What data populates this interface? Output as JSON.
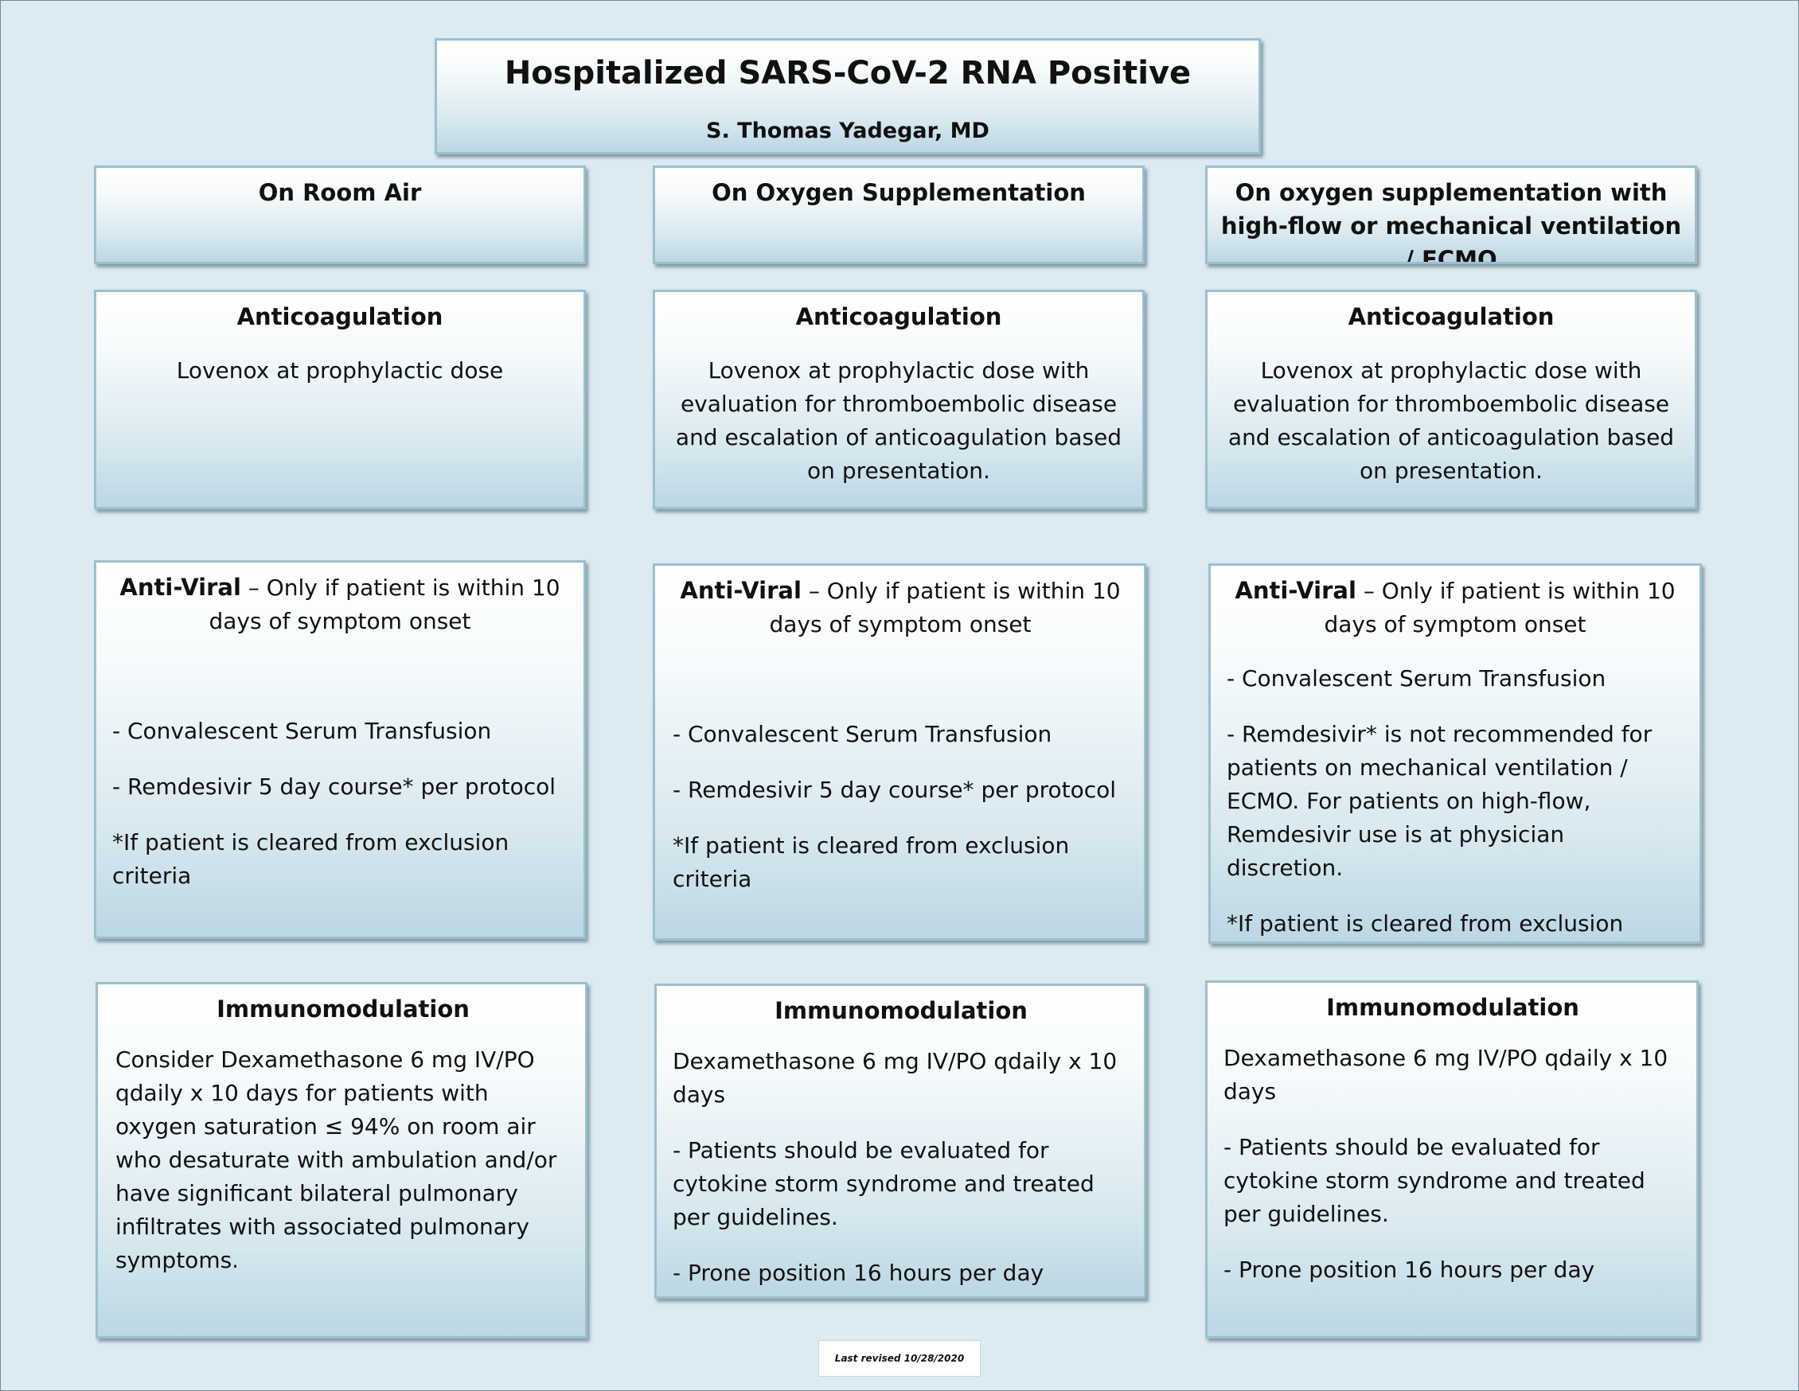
{
  "title": "Hospitalized SARS-CoV-2 RNA Positive",
  "author": "S. Thomas Yadegar, MD",
  "columns": [
    {
      "header": "On Room Air",
      "anticoagulation": {
        "heading": "Anticoagulation",
        "text": "Lovenox at prophylactic dose"
      },
      "antiviral": {
        "heading": "Anti-Viral",
        "intro": " – Only if patient is within 10 days of symptom onset",
        "items": [
          "- Convalescent Serum Transfusion",
          "- Remdesivir 5 day course* per protocol",
          "*If patient is cleared from exclusion criteria"
        ]
      },
      "immunomodulation": {
        "heading": "Immunomodulation",
        "items": [
          "Consider Dexamethasone 6 mg IV/PO qdaily x 10 days for patients with oxygen saturation ≤ 94% on room air who desaturate with ambulation and/or have significant bilateral pulmonary infiltrates with associated pulmonary symptoms."
        ]
      }
    },
    {
      "header": "On Oxygen Supplementation",
      "anticoagulation": {
        "heading": "Anticoagulation",
        "text": "Lovenox at prophylactic dose with evaluation for thromboembolic disease and escalation of anticoagulation based on presentation."
      },
      "antiviral": {
        "heading": "Anti-Viral",
        "intro": " – Only if patient is within 10 days of symptom onset",
        "items": [
          "- Convalescent Serum Transfusion",
          "- Remdesivir 5 day course* per protocol",
          "*If patient is cleared from exclusion criteria"
        ]
      },
      "immunomodulation": {
        "heading": "Immunomodulation",
        "items": [
          "Dexamethasone 6 mg IV/PO qdaily x 10 days",
          "- Patients should be evaluated for cytokine storm syndrome and treated per guidelines.",
          "- Prone position 16 hours per day"
        ]
      }
    },
    {
      "header": "On oxygen supplementation with high-flow or mechanical ventilation / ECMO",
      "anticoagulation": {
        "heading": "Anticoagulation",
        "text": "Lovenox at prophylactic dose with evaluation for thromboembolic disease and escalation of anticoagulation based on presentation."
      },
      "antiviral": {
        "heading": "Anti-Viral",
        "intro": " – Only if patient is within 10 days of symptom onset",
        "items": [
          "- Convalescent Serum Transfusion",
          "- Remdesivir* is not recommended for patients on mechanical ventilation / ECMO. For patients on high-flow, Remdesivir use is at physician discretion.",
          "*If patient is cleared from exclusion criteria"
        ]
      },
      "immunomodulation": {
        "heading": "Immunomodulation",
        "items": [
          "Dexamethasone 6 mg IV/PO qdaily x 10 days",
          "- Patients should be evaluated for cytokine storm syndrome and treated per guidelines.",
          "- Prone position 16 hours per day"
        ]
      }
    }
  ],
  "footer": "Last revised 10/28/2020"
}
